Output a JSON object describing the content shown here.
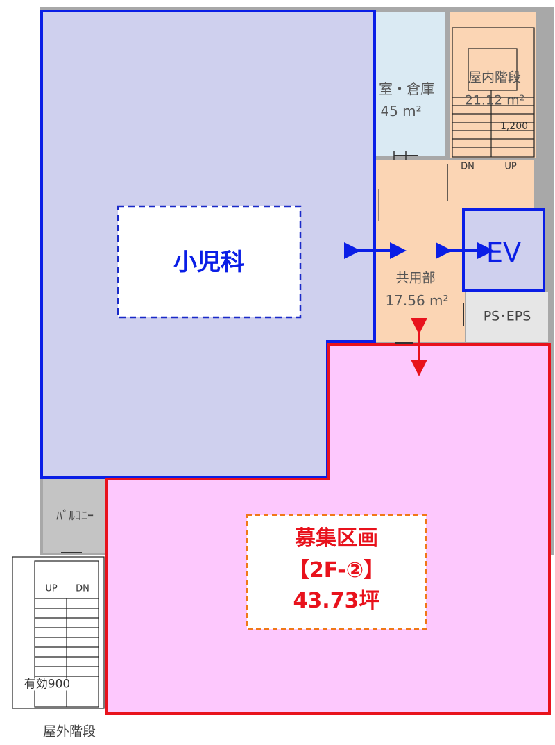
{
  "rooms": {
    "pediatrics": {
      "label": "小児科"
    },
    "storage": {
      "name": "室・倉庫",
      "area": "45 m²"
    },
    "indoor_stairs": {
      "name": "屋内階段",
      "area": "21.12 m²",
      "width_note": "1,200",
      "down": "DN",
      "up": "UP"
    },
    "common": {
      "name": "共用部",
      "area": "17.56 m²"
    },
    "elevator": {
      "label": "EV"
    },
    "ps_eps": {
      "label": "PS･EPS"
    },
    "balcony": {
      "label": "ﾊﾞﾙｺﾆｰ"
    },
    "outdoor_stairs": {
      "name": "屋外階段",
      "width_note": "有効900",
      "up": "UP",
      "down": "DN"
    }
  },
  "recruit": {
    "line1": "募集区画",
    "line2": "【2F-②】",
    "line3": "43.73坪"
  },
  "colors": {
    "pediatrics_fill": "#cfd0ee",
    "pediatrics_border": "#0a1ee6",
    "recruit_fill": "#fdc8fd",
    "recruit_border": "#e8121c",
    "common_fill": "#fbd5b4",
    "storage_fill": "#daeaf3",
    "wall": "#9e9e9e",
    "balcony_fill": "#c4c4c4",
    "label_orange_border": "#f07818",
    "blue_text": "#0a1ee6",
    "red_text": "#e8121c"
  }
}
